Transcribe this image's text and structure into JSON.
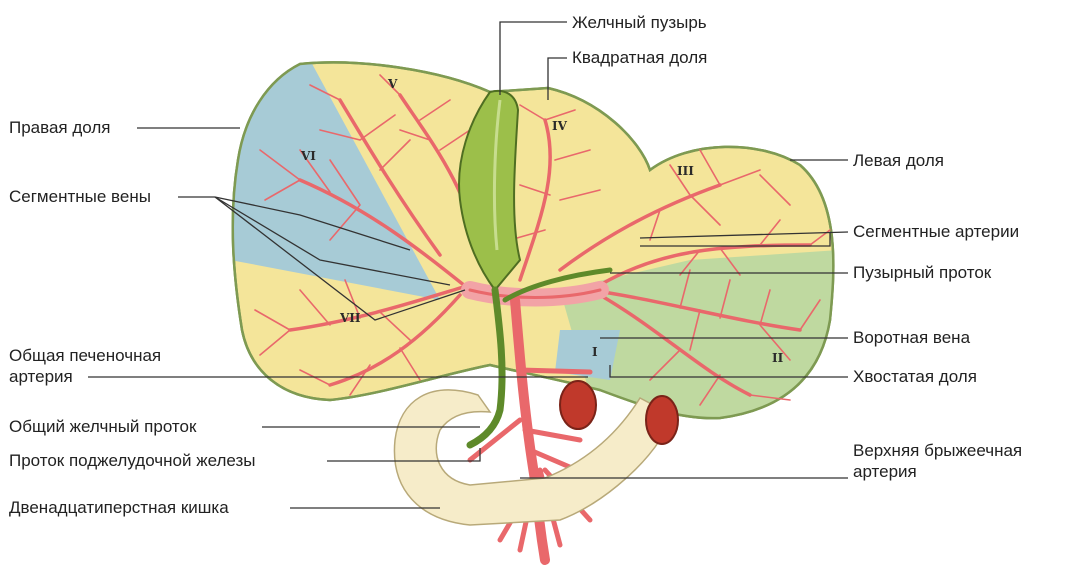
{
  "labels": {
    "gallbladder": "Желчный пузырь",
    "quadrate_lobe": "Квадратная доля",
    "right_lobe": "Правая доля",
    "left_lobe": "Левая доля",
    "segmental_veins": "Сегментные вены",
    "segmental_arteries": "Сегментные артерии",
    "cystic_duct": "Пузырный проток",
    "portal_vein": "Воротная вена",
    "common_hepatic_artery_line1": "Общая печеночная",
    "common_hepatic_artery_line2": "артерия",
    "caudate_lobe": "Хвостатая доля",
    "common_bile_duct": "Общий желчный проток",
    "pancreatic_duct": "Проток поджелудочной железы",
    "superior_mesenteric_artery_line1": "Верхняя брыжеечная",
    "superior_mesenteric_artery_line2": "артерия",
    "duodenum": "Двенадцатиперстная кишка"
  },
  "segments": [
    "I",
    "II",
    "III",
    "IV",
    "V",
    "VI",
    "VII"
  ],
  "colors": {
    "yellow_segment": "#f4e59a",
    "blue_segment": "#a7cbd6",
    "green_segment": "#bfd9a0",
    "liver_border": "#7e9a52",
    "vessel": "#e9686b",
    "vessel_light": "#f2a3a6",
    "bile_duct": "#5e8a2a",
    "gallbladder": "#9cbf4a",
    "duodenum": "#f6ecc9",
    "leader_line": "#333333"
  }
}
